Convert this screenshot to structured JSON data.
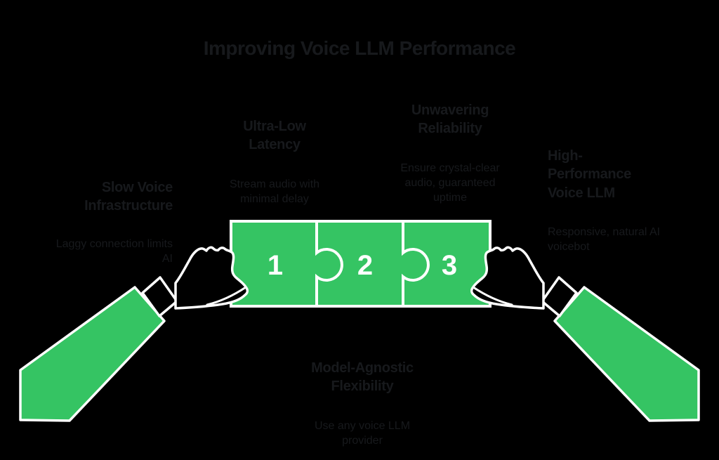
{
  "title": "Improving Voice LLM Performance",
  "colors": {
    "background": "#000000",
    "green": "#35c463",
    "outline": "#ffffff",
    "text_dark": "#17191c",
    "puzzle_number": "#ffffff"
  },
  "callouts": {
    "ultra_low": {
      "heading": "Ultra-Low\nLatency",
      "body": "Stream audio with\nminimal delay"
    },
    "unwavering": {
      "heading": "Unwavering\nReliability",
      "body": "Ensure crystal-clear\naudio, guaranteed\nuptime"
    },
    "slow_voice": {
      "heading": "Slow Voice\nInfrastructure",
      "body": "Laggy connection limits\nAI"
    },
    "high_performance": {
      "heading": "High-\nPerformance\nVoice LLM",
      "body": "Responsive, natural AI\nvoicebot"
    },
    "model_agnostic": {
      "heading": "Model-Agnostic\nFlexibility",
      "body": "Use any voice LLM\nprovider"
    }
  },
  "puzzle": {
    "pieces": [
      {
        "number": "1"
      },
      {
        "number": "2"
      },
      {
        "number": "3"
      }
    ]
  }
}
